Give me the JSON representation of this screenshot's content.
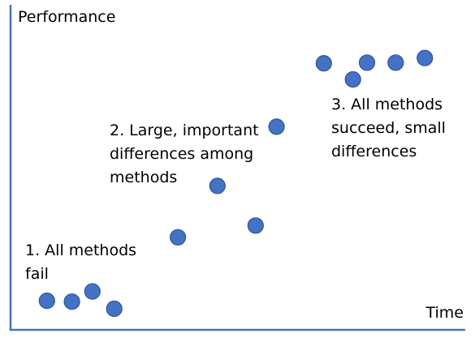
{
  "chart_data": {
    "type": "scatter",
    "title": "",
    "xlabel": "Time",
    "ylabel": "Performance",
    "xlim": [
      0,
      100
    ],
    "ylim": [
      0,
      100
    ],
    "grid": false,
    "legend": "none",
    "axis_color": "#4472c4",
    "point_color": "#4472c4",
    "points": [
      {
        "x": 8.0,
        "y": 9.4
      },
      {
        "x": 13.5,
        "y": 9.1
      },
      {
        "x": 18.0,
        "y": 12.4
      },
      {
        "x": 22.8,
        "y": 6.8
      },
      {
        "x": 36.8,
        "y": 29.9
      },
      {
        "x": 45.5,
        "y": 46.5
      },
      {
        "x": 53.9,
        "y": 33.7
      },
      {
        "x": 58.5,
        "y": 65.6
      },
      {
        "x": 68.9,
        "y": 86.1
      },
      {
        "x": 75.3,
        "y": 80.9
      },
      {
        "x": 78.4,
        "y": 86.3
      },
      {
        "x": 84.7,
        "y": 86.3
      },
      {
        "x": 91.1,
        "y": 87.8
      }
    ],
    "annotations": [
      {
        "id": "phase1",
        "lines": [
          "1. All methods",
          "fail"
        ]
      },
      {
        "id": "phase2",
        "lines": [
          "2. Large, important",
          "differences among",
          "methods"
        ]
      },
      {
        "id": "phase3",
        "lines": [
          "3. All methods",
          "succeed, small",
          "differences"
        ]
      }
    ]
  }
}
